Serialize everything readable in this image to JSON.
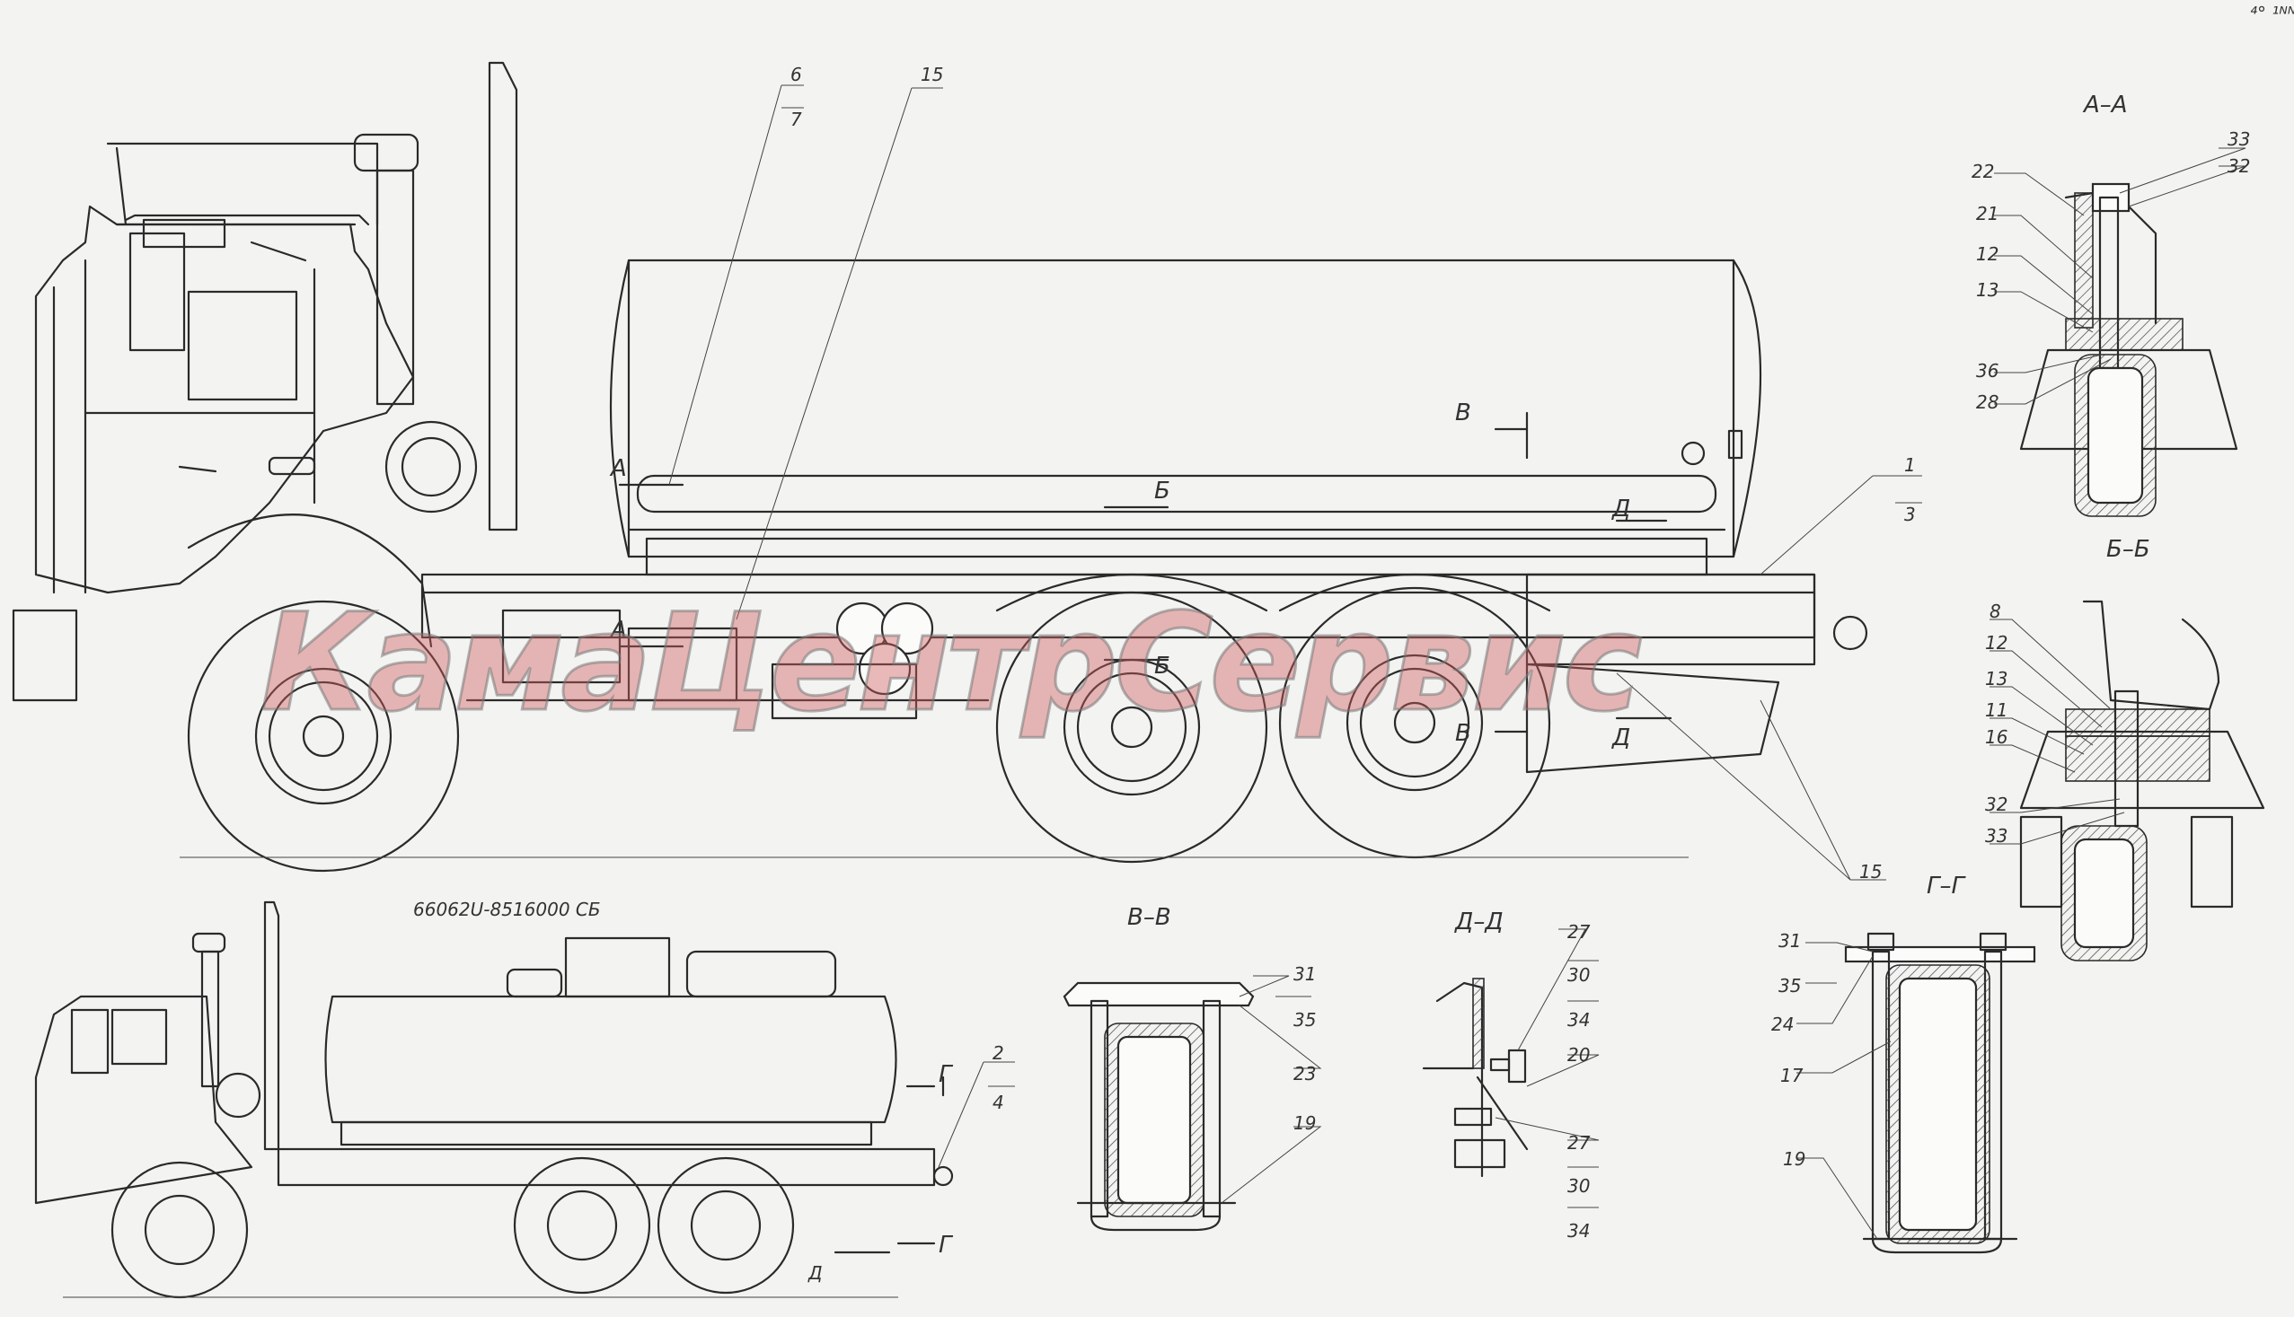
{
  "watermark": "КамаЦентрСервис",
  "drawing_number": "66062U-8516000 СБ",
  "corner_mark": "⁴° ¹ᴺᴺ",
  "sections": {
    "aa": "А–А",
    "bb": "Б–Б",
    "vv": "В–В",
    "dd": "Д–Д",
    "gg": "Г–Г"
  },
  "view_marks": {
    "A1": "А",
    "A2": "А",
    "B1": "Б",
    "B2": "Б",
    "V1": "В",
    "V2": "В",
    "D1": "Д",
    "D2": "Д",
    "G1": "Г",
    "G2": "Г"
  },
  "callouts_main": [
    "6",
    "7",
    "15",
    "1",
    "3",
    "15"
  ],
  "callouts_small": [
    "2",
    "4"
  ],
  "callouts_aa": [
    "22",
    "33",
    "32",
    "21",
    "12",
    "13",
    "36",
    "28"
  ],
  "callouts_bb": [
    "8",
    "12",
    "13",
    "11",
    "16",
    "32",
    "33"
  ],
  "callouts_vv": [
    "31",
    "35",
    "23",
    "19"
  ],
  "callouts_dd": [
    "27",
    "30",
    "34",
    "20",
    "27",
    "30",
    "34"
  ],
  "callouts_gg": [
    "31",
    "35",
    "24",
    "17",
    "19"
  ]
}
